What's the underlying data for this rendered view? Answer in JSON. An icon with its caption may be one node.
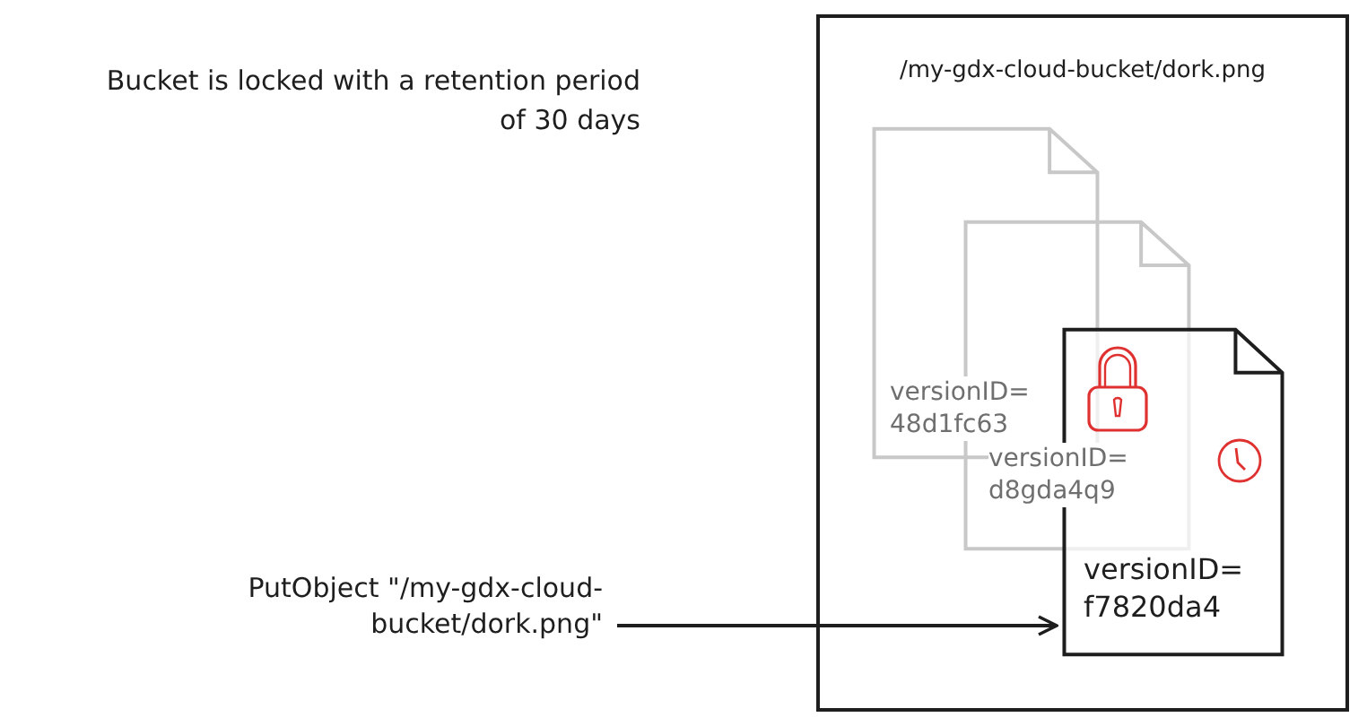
{
  "diagram": {
    "nodes": [
      {
        "text": [
          "/my-gdx-cloud-bucket/dork.png"
        ]
      },
      {
        "text": [
          "versionID= 48d1fc63"
        ],
        "in": 0
      },
      {
        "text": [
          "versionID= d8gda4q9"
        ],
        "in": 0
      },
      {
        "text": [
          "versionID= f7820da4"
        ],
        "in": 0
      },
      {
        "text": [
          "PutObject \"/my-gdx-cloud-bucket/dork.png\""
        ]
      }
    ],
    "edges": [
      {
        "from": 4,
        "to": 3,
        "arrow": "to"
      }
    ],
    "labels": [
      "Bucket is locked with a retention period of 30 days"
    ]
  }
}
